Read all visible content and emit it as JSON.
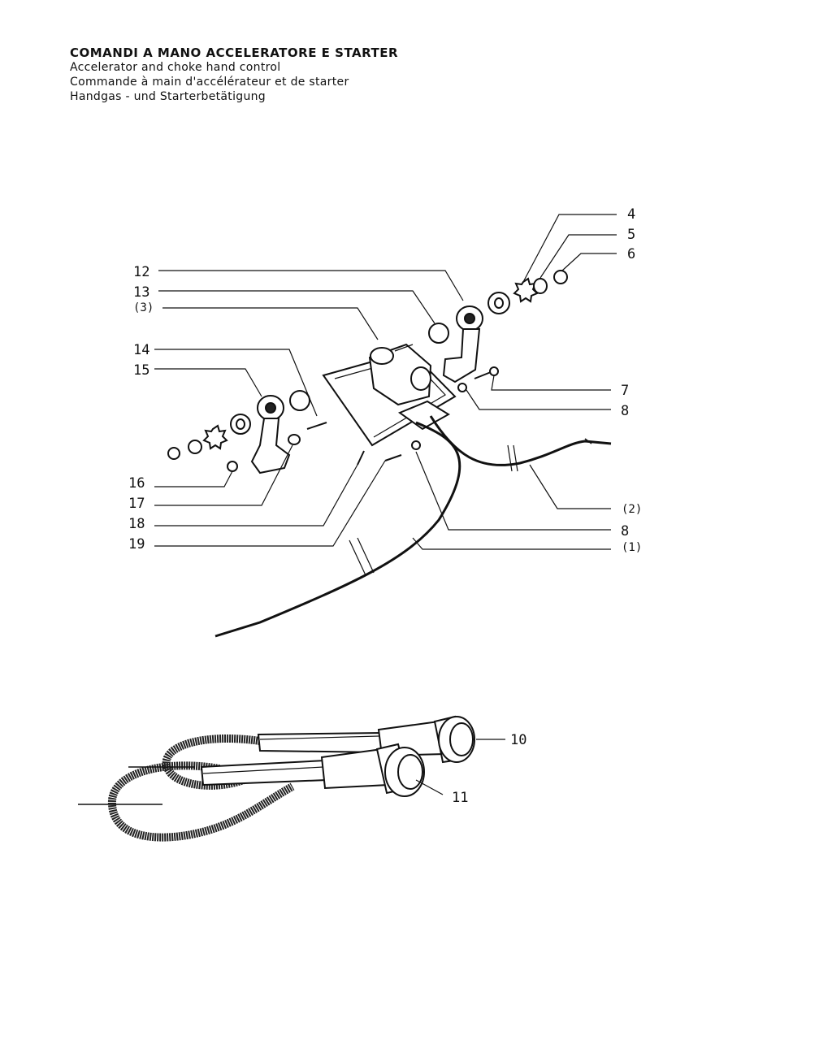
{
  "header": {
    "title_it": "COMANDI A MANO ACCELERATORE E STARTER",
    "title_en": "Accelerator and choke hand control",
    "title_fr": "Commande à main d'accélérateur et de starter",
    "title_de": "Handgas - und Starterbetätigung"
  },
  "callouts": {
    "n4": "4",
    "n5": "5",
    "n6": "6",
    "n7": "7",
    "n8a": "8",
    "n8b": "8",
    "n12": "12",
    "n13": "13",
    "n3": "(3)",
    "n14": "14",
    "n15": "15",
    "n16": "16",
    "n17": "17",
    "n18": "18",
    "n19": "19",
    "n2": "(2)",
    "n1": "(1)",
    "n10": "10",
    "n11": "11"
  }
}
